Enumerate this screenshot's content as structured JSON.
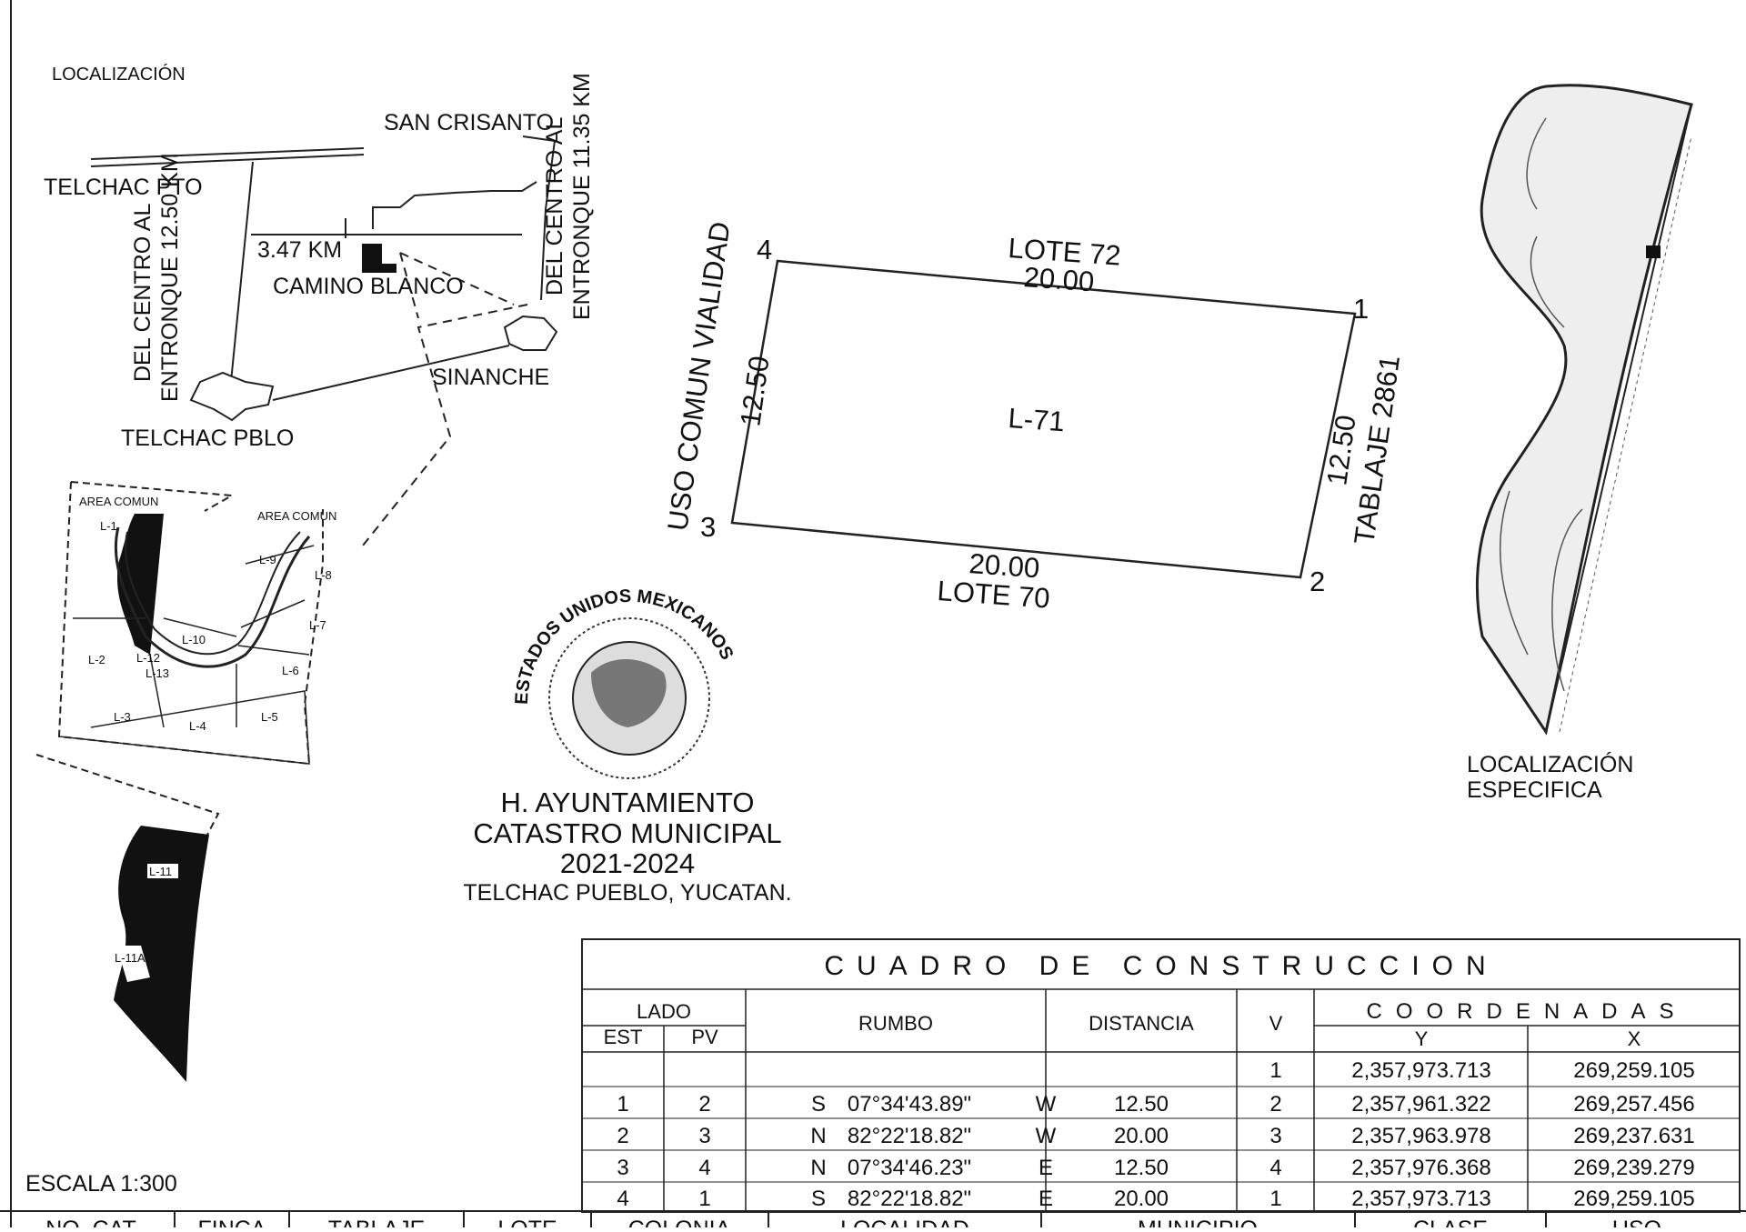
{
  "location": {
    "title": "LOCALIZACIÓN",
    "san_crisanto": "SAN CRISANTO",
    "telchac_pto": "TELCHAC PTO",
    "distance_small": "3.47 KM",
    "camino_blanco": "CAMINO BLANCO",
    "sinanche": "SINANCHE",
    "telchac_pblo": "TELCHAC PBLO",
    "del_centro_left_1": "DEL CENTRO AL",
    "del_centro_left_2": "ENTRONQUE 12.50 KM",
    "del_centro_right_1": "DEL CENTRO AL",
    "del_centro_right_2": "ENTRONQUE 11.35 KM"
  },
  "inset": {
    "area_comun_1": "AREA COMUN",
    "area_comun_2": "AREA COMUN",
    "lots": [
      "L-1",
      "L-2",
      "L-3",
      "L-4",
      "L-5",
      "L-6",
      "L-7",
      "L-8",
      "L-9",
      "L-10",
      "L-11",
      "L-12",
      "L-13"
    ],
    "strip_labels": [
      "L-11",
      "L-11A"
    ]
  },
  "parcel": {
    "label": "L-71",
    "top_neighbor": "LOTE 72",
    "top_length": "20.00",
    "bottom_neighbor": "LOTE 70",
    "bottom_length": "20.00",
    "left_neighbor": "USO COMUN VIALIDAD",
    "left_length": "12.50",
    "right_neighbor": "TABLAJE 2861",
    "right_length": "12.50",
    "vertices": [
      "1",
      "2",
      "3",
      "4"
    ]
  },
  "seal": {
    "ring_text": "ESTADOS UNIDOS MEXICANOS"
  },
  "authority": {
    "line1": "H. AYUNTAMIENTO",
    "line2": "CATASTRO MUNICIPAL",
    "line3": "2021-2024",
    "line4": "TELCHAC PUEBLO, YUCATAN."
  },
  "specific_location": {
    "line1": "LOCALIZACIÓN",
    "line2": "ESPECIFICA"
  },
  "scale": "ESCALA 1:300",
  "table": {
    "title": "CUADRO DE CONSTRUCCION",
    "headers": {
      "lado": "LADO",
      "est": "EST",
      "pv": "PV",
      "rumbo": "RUMBO",
      "distancia": "DISTANCIA",
      "v": "V",
      "coordenadas": "COORDENADAS",
      "y": "Y",
      "x": "X"
    },
    "first_row": {
      "est": "",
      "pv": "",
      "rumbo_dir": "",
      "rumbo_angle": "",
      "rumbo_side": "",
      "distancia": "",
      "v": "1",
      "y": "2,357,973.713",
      "x": "269,259.105"
    },
    "rows": [
      {
        "est": "1",
        "pv": "2",
        "rumbo_dir": "S",
        "rumbo_angle": "07°34'43.89\"",
        "rumbo_side": "W",
        "distancia": "12.50",
        "v": "2",
        "y": "2,357,961.322",
        "x": "269,257.456"
      },
      {
        "est": "2",
        "pv": "3",
        "rumbo_dir": "N",
        "rumbo_angle": "82°22'18.82\"",
        "rumbo_side": "W",
        "distancia": "20.00",
        "v": "3",
        "y": "2,357,963.978",
        "x": "269,237.631"
      },
      {
        "est": "3",
        "pv": "4",
        "rumbo_dir": "N",
        "rumbo_angle": "07°34'46.23\"",
        "rumbo_side": "E",
        "distancia": "12.50",
        "v": "4",
        "y": "2,357,976.368",
        "x": "269,239.279"
      },
      {
        "est": "4",
        "pv": "1",
        "rumbo_dir": "S",
        "rumbo_angle": "82°22'18.82\"",
        "rumbo_side": "E",
        "distancia": "20.00",
        "v": "1",
        "y": "2,357,973.713",
        "x": "269,259.105"
      }
    ]
  },
  "footer": {
    "labels": [
      "NO. CAT",
      "FINCA",
      "TABLAJE",
      "LOTE",
      "COLONIA",
      "LOCALIDAD",
      "MUNICIPIO",
      "CLASE",
      "USO"
    ]
  }
}
